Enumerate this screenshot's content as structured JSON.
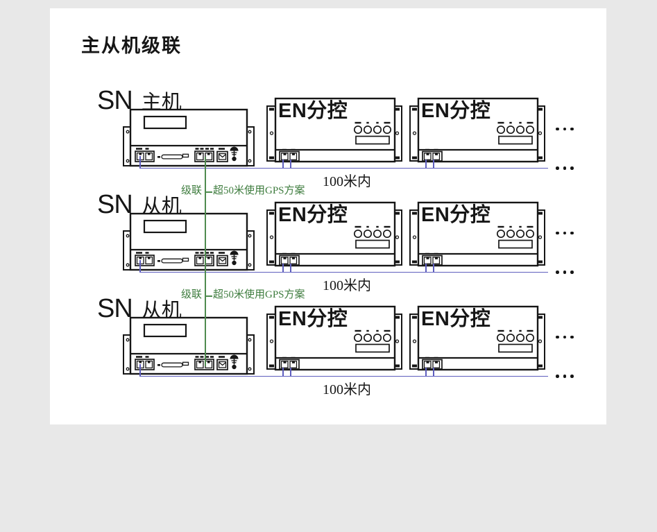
{
  "title": "主从机级联",
  "colors": {
    "background": "#e8e8e8",
    "panel": "#ffffff",
    "ink": "#161616",
    "wire_data": "#5e5ebe",
    "wire_cascade": "#4f8b4f",
    "cascade_text": "#3e7c3e"
  },
  "rows": [
    {
      "brand": "SN",
      "role": "主机",
      "en_units": [
        {
          "label": "EN分控"
        },
        {
          "label": "EN分控"
        }
      ],
      "distance": "100米内"
    },
    {
      "brand": "SN",
      "role": "从机",
      "en_units": [
        {
          "label": "EN分控"
        },
        {
          "label": "EN分控"
        }
      ],
      "distance": "100米内"
    },
    {
      "brand": "SN",
      "role": "从机",
      "en_units": [
        {
          "label": "EN分控"
        },
        {
          "label": "EN分控"
        }
      ],
      "distance": "100米内"
    }
  ],
  "cascades": [
    {
      "left": "级联",
      "right": "超50米使用GPS方案"
    },
    {
      "left": "级联",
      "right": "超50米使用GPS方案"
    }
  ]
}
